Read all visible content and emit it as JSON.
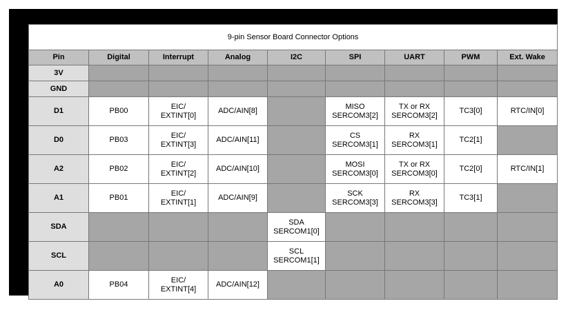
{
  "table": {
    "title": "9-pin Sensor Board Connector Options",
    "columns": [
      {
        "key": "pin",
        "label": "Pin",
        "width": 87
      },
      {
        "key": "digital",
        "label": "Digital",
        "width": 87
      },
      {
        "key": "interrupt",
        "label": "Interrupt",
        "width": 86
      },
      {
        "key": "analog",
        "label": "Analog",
        "width": 86
      },
      {
        "key": "i2c",
        "label": "I2C",
        "width": 84
      },
      {
        "key": "spi",
        "label": "SPI",
        "width": 86
      },
      {
        "key": "uart",
        "label": "UART",
        "width": 86
      },
      {
        "key": "pwm",
        "label": "PWM",
        "width": 77
      },
      {
        "key": "extwake",
        "label": "Ext. Wake",
        "width": 87
      }
    ],
    "rows": [
      {
        "pin": "3V",
        "height": "short",
        "cells": [
          {
            "type": "blank",
            "lines": []
          },
          {
            "type": "blank",
            "lines": []
          },
          {
            "type": "blank",
            "lines": []
          },
          {
            "type": "blank",
            "lines": []
          },
          {
            "type": "blank",
            "lines": []
          },
          {
            "type": "blank",
            "lines": []
          },
          {
            "type": "blank",
            "lines": []
          },
          {
            "type": "blank",
            "lines": []
          }
        ]
      },
      {
        "pin": "GND",
        "height": "short",
        "cells": [
          {
            "type": "blank",
            "lines": []
          },
          {
            "type": "blank",
            "lines": []
          },
          {
            "type": "blank",
            "lines": []
          },
          {
            "type": "blank",
            "lines": []
          },
          {
            "type": "blank",
            "lines": []
          },
          {
            "type": "blank",
            "lines": []
          },
          {
            "type": "blank",
            "lines": []
          },
          {
            "type": "blank",
            "lines": []
          }
        ]
      },
      {
        "pin": "D1",
        "height": "tall",
        "cells": [
          {
            "type": "data",
            "lines": [
              "PB00"
            ]
          },
          {
            "type": "data",
            "lines": [
              "EIC/",
              "EXTINT[0]"
            ]
          },
          {
            "type": "data",
            "lines": [
              "ADC/AIN[8]"
            ]
          },
          {
            "type": "blank",
            "lines": []
          },
          {
            "type": "data",
            "lines": [
              "MISO",
              "SERCOM3[2]"
            ]
          },
          {
            "type": "data",
            "lines": [
              "TX or RX",
              "SERCOM3[2]"
            ]
          },
          {
            "type": "data",
            "lines": [
              "TC3[0]"
            ]
          },
          {
            "type": "data",
            "lines": [
              "RTC/IN[0]"
            ]
          }
        ]
      },
      {
        "pin": "D0",
        "height": "tall",
        "cells": [
          {
            "type": "data",
            "lines": [
              "PB03"
            ]
          },
          {
            "type": "data",
            "lines": [
              "EIC/",
              "EXTINT[3]"
            ]
          },
          {
            "type": "data",
            "lines": [
              "ADC/AIN[11]"
            ]
          },
          {
            "type": "blank",
            "lines": []
          },
          {
            "type": "data",
            "lines": [
              "CS",
              "SERCOM3[1]"
            ]
          },
          {
            "type": "data",
            "lines": [
              "RX",
              "SERCOM3[1]"
            ]
          },
          {
            "type": "data",
            "lines": [
              "TC2[1]"
            ]
          },
          {
            "type": "blank",
            "lines": []
          }
        ]
      },
      {
        "pin": "A2",
        "height": "tall",
        "cells": [
          {
            "type": "data",
            "lines": [
              "PB02"
            ]
          },
          {
            "type": "data",
            "lines": [
              "EIC/",
              "EXTINT[2]"
            ]
          },
          {
            "type": "data",
            "lines": [
              "ADC/AIN[10]"
            ]
          },
          {
            "type": "blank",
            "lines": []
          },
          {
            "type": "data",
            "lines": [
              "MOSI",
              "SERCOM3[0]"
            ]
          },
          {
            "type": "data",
            "lines": [
              "TX or RX",
              "SERCOM3[0]"
            ]
          },
          {
            "type": "data",
            "lines": [
              "TC2[0]"
            ]
          },
          {
            "type": "data",
            "lines": [
              "RTC/IN[1]"
            ]
          }
        ]
      },
      {
        "pin": "A1",
        "height": "tall",
        "cells": [
          {
            "type": "data",
            "lines": [
              "PB01"
            ]
          },
          {
            "type": "data",
            "lines": [
              "EIC/",
              "EXTINT[1]"
            ]
          },
          {
            "type": "data",
            "lines": [
              "ADC/AIN[9]"
            ]
          },
          {
            "type": "blank",
            "lines": []
          },
          {
            "type": "data",
            "lines": [
              "SCK",
              "SERCOM3[3]"
            ]
          },
          {
            "type": "data",
            "lines": [
              "RX",
              "SERCOM3[3]"
            ]
          },
          {
            "type": "data",
            "lines": [
              "TC3[1]"
            ]
          },
          {
            "type": "blank",
            "lines": []
          }
        ]
      },
      {
        "pin": "SDA",
        "height": "tall",
        "cells": [
          {
            "type": "blank",
            "lines": []
          },
          {
            "type": "blank",
            "lines": []
          },
          {
            "type": "blank",
            "lines": []
          },
          {
            "type": "data",
            "lines": [
              "SDA",
              "SERCOM1[0]"
            ]
          },
          {
            "type": "blank",
            "lines": []
          },
          {
            "type": "blank",
            "lines": []
          },
          {
            "type": "blank",
            "lines": []
          },
          {
            "type": "blank",
            "lines": []
          }
        ]
      },
      {
        "pin": "SCL",
        "height": "tall",
        "cells": [
          {
            "type": "blank",
            "lines": []
          },
          {
            "type": "blank",
            "lines": []
          },
          {
            "type": "blank",
            "lines": []
          },
          {
            "type": "data",
            "lines": [
              "SCL",
              "SERCOM1[1]"
            ]
          },
          {
            "type": "blank",
            "lines": []
          },
          {
            "type": "blank",
            "lines": []
          },
          {
            "type": "blank",
            "lines": []
          },
          {
            "type": "blank",
            "lines": []
          }
        ]
      },
      {
        "pin": "A0",
        "height": "tall",
        "cells": [
          {
            "type": "data",
            "lines": [
              "PB04"
            ]
          },
          {
            "type": "data",
            "lines": [
              "EIC/",
              "EXTINT[4]"
            ]
          },
          {
            "type": "data",
            "lines": [
              "ADC/AIN[12]"
            ]
          },
          {
            "type": "blank",
            "lines": []
          },
          {
            "type": "blank",
            "lines": []
          },
          {
            "type": "blank",
            "lines": []
          },
          {
            "type": "blank",
            "lines": []
          },
          {
            "type": "blank",
            "lines": []
          }
        ]
      }
    ]
  },
  "colors": {
    "frame": "#000000",
    "page_background": "#ffffff",
    "title_background": "#ffffff",
    "header_background": "#c0c0c0",
    "pin_background": "#dedede",
    "data_background": "#ffffff",
    "blank_background": "#a6a6a6",
    "grid_line": "#777777",
    "text": "#000000"
  }
}
